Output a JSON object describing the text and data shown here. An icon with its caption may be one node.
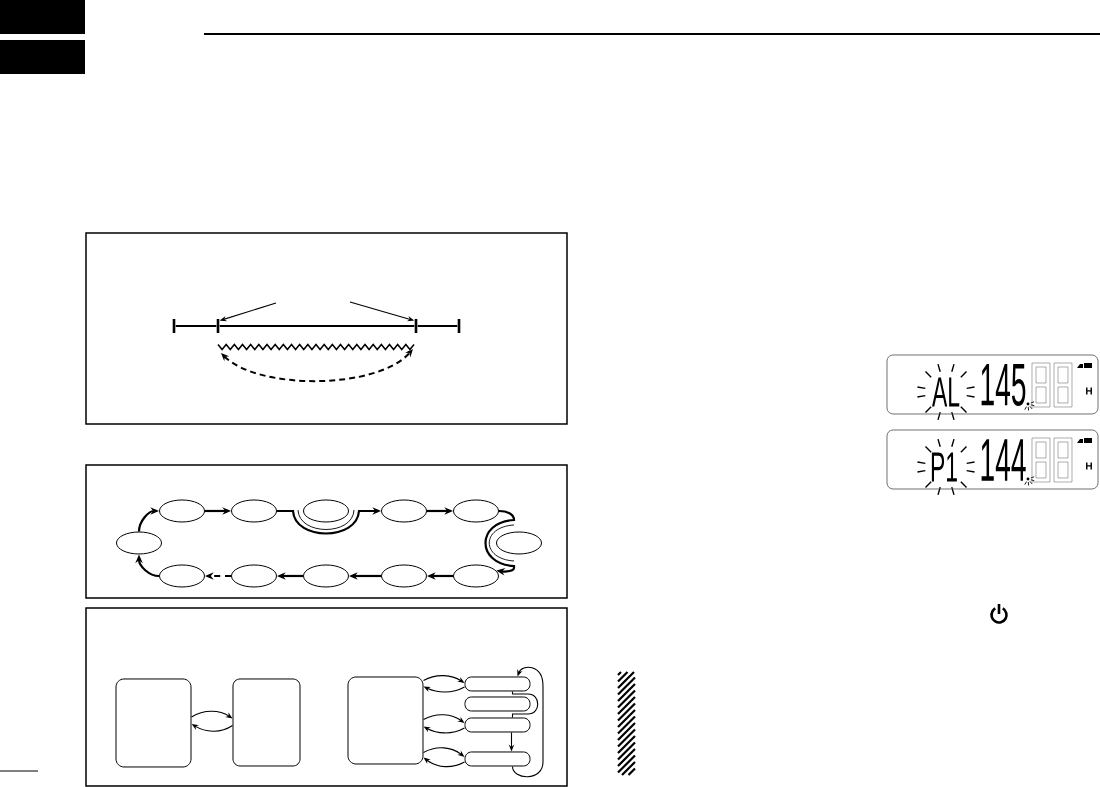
{
  "diagram": {
    "nodes": [
      {
        "text": [],
        "shape": "bar"
      },
      {
        "text": [],
        "shape": "bar"
      },
      {
        "text": [],
        "shape": "box"
      },
      {
        "text": [],
        "shape": "bar",
        "in": 2
      },
      {
        "text": [],
        "shape": "bar",
        "in": 2
      },
      {
        "text": [],
        "shape": "bar",
        "in": 2
      },
      {
        "text": [],
        "shape": "bar",
        "in": 2
      },
      {
        "text": [],
        "shape": "box"
      },
      {
        "text": [],
        "shape": "ellipse",
        "in": 7
      },
      {
        "text": [],
        "shape": "ellipse",
        "in": 7
      },
      {
        "text": [],
        "shape": "ellipse",
        "in": 7
      },
      {
        "text": [],
        "shape": "ellipse",
        "in": 7
      },
      {
        "text": [],
        "shape": "ellipse",
        "in": 7
      },
      {
        "text": [],
        "shape": "ellipse",
        "in": 7
      },
      {
        "text": [],
        "shape": "ellipse",
        "in": 7
      },
      {
        "text": [],
        "shape": "ellipse",
        "in": 7
      },
      {
        "text": [],
        "shape": "ellipse",
        "in": 7
      },
      {
        "text": [],
        "shape": "ellipse",
        "in": 7
      },
      {
        "text": [],
        "shape": "ellipse",
        "in": 7
      },
      {
        "text": [],
        "shape": "ellipse",
        "in": 7
      },
      {
        "text": [],
        "shape": "box"
      },
      {
        "text": [],
        "shape": "box",
        "in": 20
      },
      {
        "text": [],
        "shape": "box",
        "in": 20
      },
      {
        "text": [],
        "shape": "box",
        "in": 20
      },
      {
        "text": [],
        "shape": "box",
        "in": 20
      },
      {
        "text": [],
        "shape": "box",
        "in": 20
      },
      {
        "text": [],
        "shape": "box",
        "in": 20
      },
      {
        "text": [],
        "shape": "box",
        "in": 20
      },
      {
        "text": [
          "AL",
          "145",
          "H"
        ]
      },
      {
        "text": [
          "P1",
          "144",
          "H"
        ]
      }
    ],
    "edges": [
      {
        "from": null,
        "to": 4,
        "arrow": "to"
      },
      {
        "from": null,
        "to": 5,
        "arrow": "to"
      },
      {
        "from": 3,
        "to": 4,
        "arrow": "none"
      },
      {
        "from": 4,
        "to": 5,
        "arrow": "none"
      },
      {
        "from": 5,
        "to": 6,
        "arrow": "none"
      },
      {
        "from": 13,
        "to": 8,
        "arrow": "to"
      },
      {
        "from": 8,
        "to": 9,
        "arrow": "to"
      },
      {
        "from": 9,
        "to": 11,
        "arrow": "to"
      },
      {
        "from": 11,
        "to": 12,
        "arrow": "to"
      },
      {
        "from": 12,
        "to": 19,
        "arrow": "to"
      },
      {
        "from": 19,
        "to": 18,
        "arrow": "to"
      },
      {
        "from": 18,
        "to": 17,
        "arrow": "to"
      },
      {
        "from": 17,
        "to": 16,
        "arrow": "to"
      },
      {
        "from": 16,
        "to": 15,
        "arrow": "to",
        "style": "dashed"
      },
      {
        "from": 15,
        "to": 13,
        "arrow": "to"
      },
      {
        "from": 21,
        "to": 22,
        "arrow": "to"
      },
      {
        "from": 22,
        "to": 21,
        "arrow": "to"
      },
      {
        "from": 23,
        "to": 24,
        "arrow": "to"
      },
      {
        "from": 24,
        "to": 23,
        "arrow": "to"
      },
      {
        "from": 23,
        "to": 26,
        "arrow": "to"
      },
      {
        "from": 26,
        "to": 23,
        "arrow": "to"
      },
      {
        "from": 23,
        "to": 27,
        "arrow": "to"
      },
      {
        "from": 27,
        "to": 23,
        "arrow": "to"
      },
      {
        "from": 24,
        "to": 26,
        "arrow": "none"
      },
      {
        "from": 26,
        "to": 27,
        "arrow": "to"
      },
      {
        "from": 27,
        "to": 24,
        "arrow": "to"
      }
    ]
  }
}
